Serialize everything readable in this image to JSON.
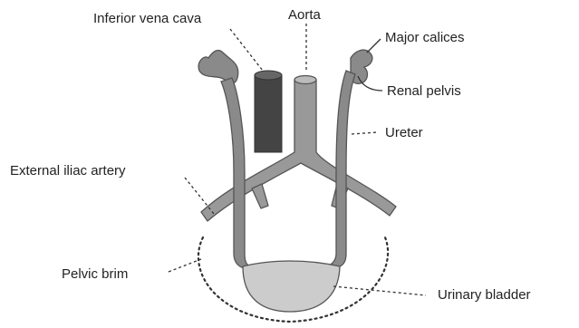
{
  "labels": {
    "inferior_vena_cava": "Inferior vena cava",
    "aorta": "Aorta",
    "major_calices": "Major calices",
    "renal_pelvis": "Renal pelvis",
    "ureter": "Ureter",
    "external_iliac_artery": "External iliac artery",
    "pelvic_brim": "Pelvic brim",
    "urinary_bladder": "Urinary bladder"
  },
  "colors": {
    "ureter_fill": "#8a8a8a",
    "vein_fill": "#444444",
    "artery_fill": "#999999",
    "bladder_fill": "#cccccc",
    "outline": "#555555"
  }
}
